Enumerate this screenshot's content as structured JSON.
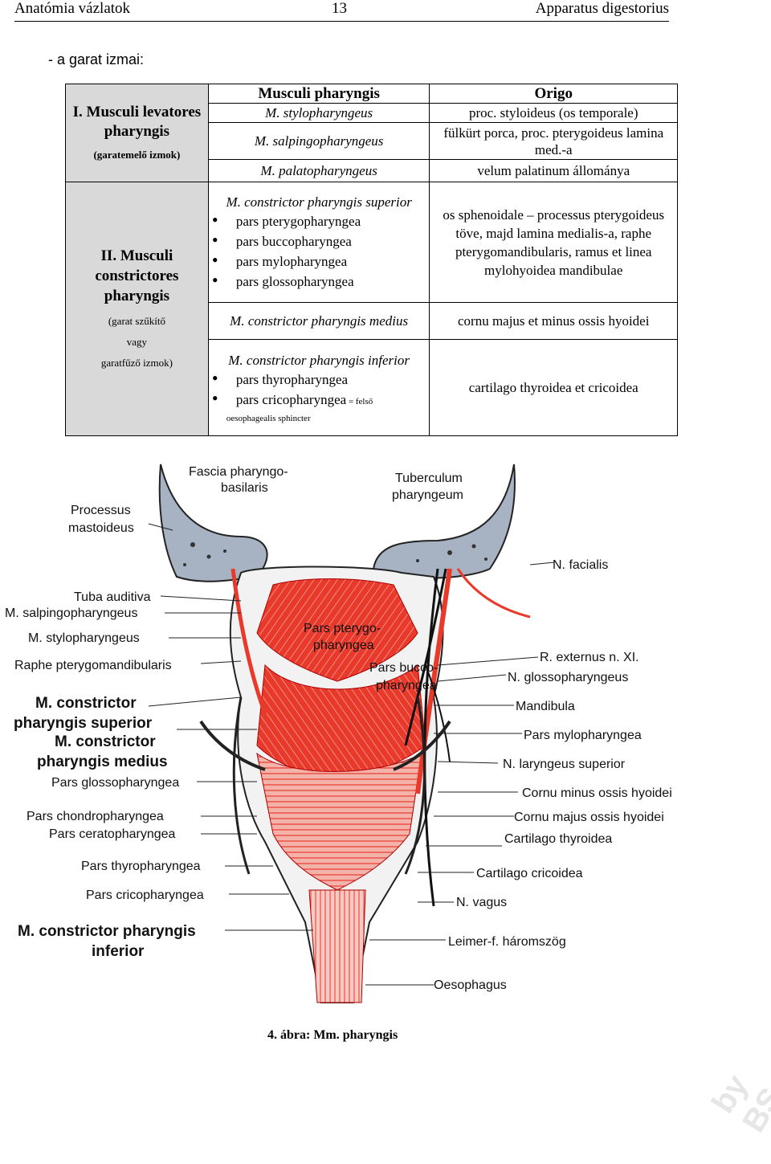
{
  "header": {
    "left": "Anatómia vázlatok",
    "center": "13",
    "right": "Apparatus digestorius"
  },
  "intro": "-   a garat izmai:",
  "table": {
    "head_muscles": "Musculi pharyngis",
    "head_origo": "Origo",
    "group1": {
      "title": "I. Musculi levatores pharyngis",
      "sub": "(garatemelő izmok)"
    },
    "row_stylo": {
      "muscle": "M. stylopharyngeus",
      "origo": "proc. styloideus (os temporale)"
    },
    "row_salp": {
      "muscle": "M. salpingopharyngeus",
      "origo": "fülkürt porca, proc. pterygoideus lamina med.-a"
    },
    "row_palato": {
      "muscle": "M. palatopharyngeus",
      "origo": "velum palatinum állománya"
    },
    "group2": {
      "title": "II. Musculi constrictores pharyngis",
      "sub1": "(garat szűkítő",
      "sub2": "vagy",
      "sub3": "garatfűző izmok)"
    },
    "row_sup": {
      "muscle": "M. constrictor pharyngis superior",
      "parts": [
        "pars pterygopharyngea",
        "pars buccopharyngea",
        "pars mylopharyngea",
        "pars glossopharyngea"
      ],
      "origo": "os sphenoidale – processus pterygoideus töve, majd lamina medialis-a, raphe pterygomandibularis, ramus et linea mylohyoidea mandibulae"
    },
    "row_med": {
      "muscle": "M. constrictor pharyngis medius",
      "origo": "cornu majus et minus ossis hyoidei"
    },
    "row_inf": {
      "muscle": "M. constrictor pharyngis inferior",
      "part1": "pars thyropharyngea",
      "part2": "pars cricopharyngea",
      "part2_note": " = felső",
      "part2_note2": "oesophagealis sphincter",
      "origo": "cartilago thyroidea et cricoidea"
    }
  },
  "figure": {
    "labels": {
      "fascia": "Fascia pharyngo-",
      "fascia2": "basilaris",
      "tuberculum": "Tuberculum",
      "tuberculum2": "pharyngeum",
      "processus": "Processus",
      "processus2": "mastoideus",
      "facialis": "N. facialis",
      "tuba": "Tuba auditiva",
      "salp": "M. salpingopharyngeus",
      "stylo": "M. stylopharyngeus",
      "raphe": "Raphe pterygomandibularis",
      "rext": "R. externus n. XI.",
      "glossoN": "N. glossopharyngeus",
      "pterygo": "Pars pterygo-",
      "pterygo2": "pharyngea",
      "bucco": "Pars bucco-",
      "bucco2": "pharyngea",
      "mandibula": "Mandibula",
      "sup1": "M. constrictor",
      "sup2": "pharyngis superior",
      "med1": "M. constrictor",
      "med2": "pharyngis medius",
      "mylo": "Pars mylopharyngea",
      "laryngeus": "N. laryngeus superior",
      "glossoP": "Pars glossopharyngea",
      "cornuMin": "Cornu minus ossis hyoidei",
      "chondro": "Pars chondropharyngea",
      "cornuMaj": "Cornu majus ossis hyoidei",
      "cerato": "Pars ceratopharyngea",
      "thyroid": "Cartilago thyroidea",
      "thyroP": "Pars thyropharyngea",
      "cricoid": "Cartilago cricoidea",
      "vagus": "N. vagus",
      "cricoP": "Pars cricopharyngea",
      "inf1": "M. constrictor pharyngis",
      "inf2": "inferior",
      "leimer": "Leimer-f. háromszög",
      "oeso": "Oesophagus"
    }
  },
  "caption": "4. ábra: Mm. pharyngis",
  "watermark": "by BS",
  "colors": {
    "muscle": "#e8392b",
    "bone": "#a7b3c2",
    "group_bg": "#d9d9d9"
  }
}
